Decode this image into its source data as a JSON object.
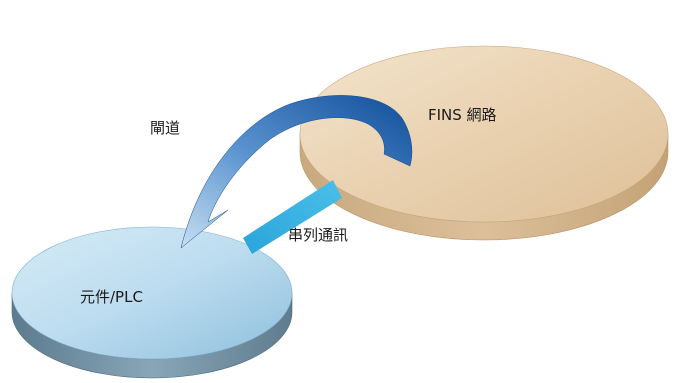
{
  "nodes": {
    "fins_network": {
      "label": "FINS 網路"
    },
    "device_plc": {
      "label": "元件/PLC"
    }
  },
  "edges": {
    "gateway": {
      "label": "閘道"
    },
    "serial_comm": {
      "label": "串列通訊"
    }
  },
  "colors": {
    "fins_disk_top": "#e7cfae",
    "fins_disk_side": "#d4b790",
    "plc_disk_top": "#bcdcef",
    "plc_disk_side": "#6f8fa3",
    "gateway_arrow": "#1f5fa6",
    "serial_arrow": "#2ea8dc"
  }
}
